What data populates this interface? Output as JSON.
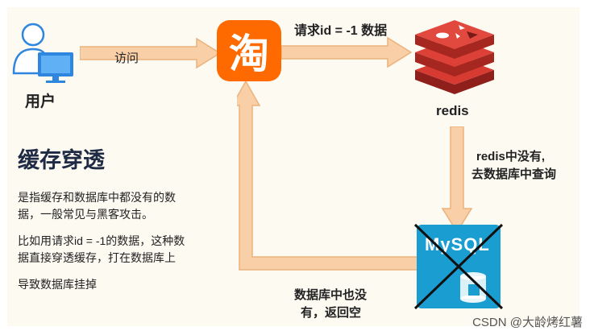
{
  "labels": {
    "user": "用户",
    "visit": "访问",
    "request": "请求id = -1 数据",
    "redis": "redis",
    "redis_miss_line1": "redis中没有,",
    "redis_miss_line2": "去数据库中查询",
    "db_miss_line1": "数据库中也没",
    "db_miss_line2": "有，返回空"
  },
  "app_icon_glyph": "淘",
  "mysql_logo_text": "MySQL",
  "title": "缓存穿透",
  "description": [
    "是指缓存和数据库中都没有的数",
    "据，一般常见与黑客攻击。",
    "比如用请求id = -1的数据，这种数",
    "据直接穿透缓存，打在数据库上",
    "导致数据库挂掉"
  ],
  "watermark": "CSDN @大龄烤红薯",
  "colors": {
    "arrow_fill": "#f8cfa6",
    "arrow_stroke": "#ecb27c",
    "taobao": "#ff6a00",
    "redis": "#c6302b",
    "mysql": "#1a9dd0",
    "user_icon": "#2e86de"
  }
}
